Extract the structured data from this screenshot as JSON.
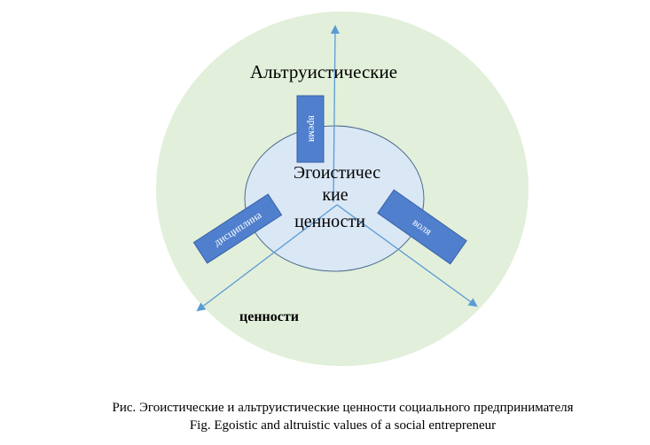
{
  "diagram": {
    "outer_label": "Альтруистические",
    "outer_label_2": "ценности",
    "inner_label_lines": [
      "Эгоистичес",
      "кие",
      "ценности"
    ],
    "bars": {
      "top": "время",
      "left": "дисциплина",
      "right": "воля"
    },
    "colors": {
      "outer_circle": "#e2efda",
      "inner_circle": "#dae7f5",
      "bar_fill": "#4f7fcd",
      "arrow": "#5b9bd5"
    }
  },
  "caption": {
    "ru": "Рис.  Эгоистические и альтруистические ценности социального предпринимателя",
    "en": "Fig.  Egoistic and altruistic values of a social entrepreneur"
  }
}
